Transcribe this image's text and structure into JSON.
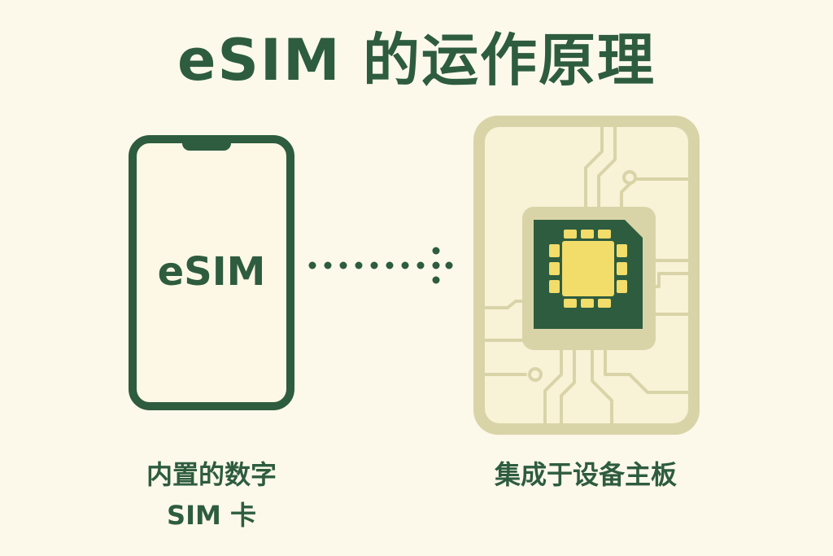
{
  "title": "eSIM 的运作原理",
  "phone": {
    "label": "eSIM"
  },
  "captions": {
    "left_line1": "内置的数字",
    "left_line2": "SIM 卡",
    "right": "集成于设备主板"
  },
  "colors": {
    "background": "#fcf9ea",
    "primary_green": "#2e5c3e",
    "card_beige": "#d9d4a8",
    "chip_yellow": "#f2dc6a"
  }
}
